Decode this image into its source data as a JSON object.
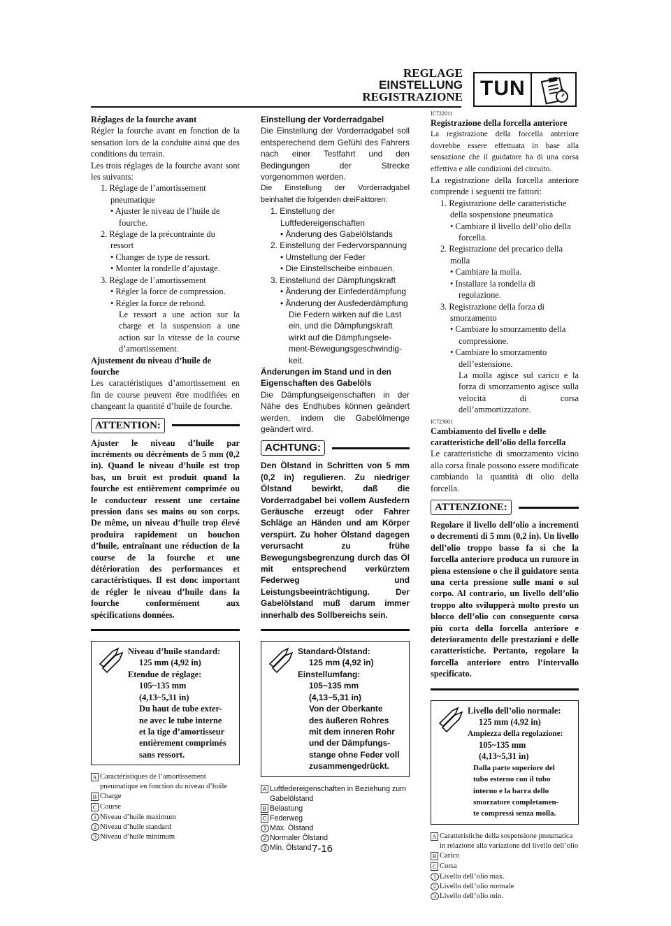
{
  "header": {
    "titles": [
      "REGLAGE",
      "EINSTELLUNG",
      "REGISTRAZIONE"
    ],
    "badge": "TUN"
  },
  "fr": {
    "title": "Réglages de la fourche avant",
    "intro": "Régler la fourche avant en fonction de la sensation lors de la conduite ainsi que des conditions du terrain.",
    "lead": "Les trois réglages de la fourche avant sont les suivants:",
    "i1": "1. Réglage de l’amortissement pneumatique",
    "i1b1": "• Ajuster le niveau de l’huile de fourche.",
    "i2": "2. Réglage de la précontrainte du ressort",
    "i2b1": "• Changer de type de ressort.",
    "i2b2": "• Monter la rondelle d’ajustage.",
    "i3": "3. Réglage de l’amortissement",
    "i3b1": "• Régler la force de compression.",
    "i3b2": "• Régler la force de rebond.",
    "i3note": "Le ressort a une action sur la charge et la suspension a une action sur la vitesse de la course d’amortissement.",
    "sub": "Ajustement du niveau d’huile de fourche",
    "subtext": "Les caractéristiques d’amortissement en fin de course peuvent être modifiées en changeant la quantité d’huile de fourche.",
    "warn_label": "ATTENTION:",
    "warn_text": "Ajuster le niveau d’huile par incréments ou décréments de 5 mm (0,2 in). Quand le niveau d’huile est trop bas, un bruit est produit quand la fourche est entièrement comprimée ou le conducteur ressent une certaine pression dans ses mains ou son corps. De même, un niveau d’huile trop élevé produira rapidement un bouchon d’huile, entraînant une réduction de la course de la fourche et une détérioration des performances et caractéristiques. Il est donc important de régler le niveau d’huile dans la fourche conformément aux spécifications données.",
    "spec": [
      "Niveau d’huile standard:",
      "125 mm (4,92 in)",
      "Etendue de réglage:",
      "105~135 mm",
      "(4,13~5,31 in)",
      "Du haut de tube exter-",
      "ne avec le tube interne",
      "et la tige d’amortisseur",
      "entièrement comprimés",
      "sans ressort."
    ],
    "legend": [
      "Caractéristiques de l’amortissement pneumatique en fonction du niveau d’huile",
      "Charge",
      "Course",
      "Niveau d’huile maximum",
      "Niveau d’huile standard",
      "Niveau d’huile minimum"
    ]
  },
  "de": {
    "title": "Einstellung der Vorderradgabel",
    "intro": "Die Einstellung der Vorderradgabel soll entsperechend dem Gefühl des Fahrers nach einer Testfahrt und den Bedingungen der Strecke vorgenommen werden.",
    "lead": "Die Einstellung der Vorderradgabel beinhaltet die folgenden dreiFaktoren:",
    "i1": "1. Einstellung der Luftfedereigenschaften",
    "i1b1": "• Änderung des Gabelölstands",
    "i2": "2. Einstellung der Federvorspannung",
    "i2b1": "• Umstellung der Feder",
    "i2b2": "• Die Einstellscheibe einbauen.",
    "i3": "3. Einstellund der Dämpfungskraft",
    "i3b1": "• Änderung der Einfederdämpfung",
    "i3b2": "• Änderung der Ausfederdämpfung",
    "i3note": "Die Federn wirken auf die Last ein, und die Dämpfungskraft wirkt auf die Dämpfungsele-ment-Bewegungsgeschwindig-keit.",
    "sub": "Änderungen im Stand und in den Eigenschaften des Gabelöls",
    "subtext": "Die Dämpfungseigenschaften in der Nähe des Endhubes können geändert werden, indem die Gabelölmenge geändert wird.",
    "warn_label": "ACHTUNG:",
    "warn_text": "Den Ölstand in Schritten von 5 mm (0,2 in) regulieren. Zu niedriger Ölstand bewirkt, daß die Vorderradgabel bei vollem Ausfedern Geräusche erzeugt oder Fahrer Schläge an Händen und am Körper verspürt. Zu hoher Ölstand dagegen verursacht zu frühe Bewegungsbegrenzung durch das Öl mit entsprechend verkürztem Federweg und Leistungsbeeinträchtigung. Der Gabelölstand muß darum immer innerhalb des Sollbereichs sein.",
    "spec": [
      "Standard-Ölstand:",
      "125 mm (4,92 in)",
      "Einstellumfang:",
      "105~135 mm",
      "(4,13~5,31 in)",
      "Von der Oberkante",
      "des äußeren Rohres",
      "mit dem inneren Rohr",
      "und der Dämpfungs-",
      "stange ohne Feder voll",
      "zusammengedrückt."
    ],
    "legend": [
      "Luftfedereigenschaften in Beziehung zum Gabelölstand",
      "Belastung",
      "Federweg",
      "Max. Ölstand",
      "Normaler Ölstand",
      "Min. Ölstand"
    ]
  },
  "it": {
    "code1": "IC722011",
    "title": "Registrazione della forcella anteriore",
    "intro": "La registrazione della forcella anteriore dovrebbe essere effettuata in base alla sensazione che il guidatore ha di una corsa effettiva e alle condizioni del circuito.",
    "lead": "La registrazione della forcella anteriore comprende i seguenti tre fattori:",
    "i1": "1. Registrazione delle caratteristiche della sospensione pneumatica",
    "i1b1": "• Cambiare il livello dell’olio della forcella.",
    "i2": "2. Registrazione del precarico della molla",
    "i2b1": "• Cambiare la molla.",
    "i2b2": "• Installare la rondella di regolazione.",
    "i3": "3. Registrazione della forza di smorzamento",
    "i3b1": "• Cambiare lo smorzamento della compressione.",
    "i3b2": "• Cambiare lo smorzamento dell’estensione.",
    "i3note": "La molla agisce sul carico e la forza di smorzamento agisce sulla velocità di corsa dell’ammortizzatore.",
    "code2": "IC723001",
    "sub": "Cambiamento del livello e delle caratteristiche dell’olio della forcella",
    "subtext": "Le caratteristiche di smorzamento vicino alla corsa finale possono essere modificate cambiando la quantità di olio della forcella.",
    "warn_label": "ATTENZIONE:",
    "warn_text": "Regolare il livello dell’olio a incrementi o decrementi di 5 mm (0,2 in). Un livello dell’olio troppo basso fa sì che la forcella anteriore produca un rumore in piena estensione o che il guidatore senta una certa pressione sulle mani o sul corpo. Al contrario, un livello dell’olio troppo alto svilupperà molto presto un blocco dell’olio con conseguente corsa più corta della forcella anteriore e deterioramento delle prestazioni e delle caratteristiche. Pertanto, regolare la forcella anteriore entro l’intervallo specificato.",
    "spec": [
      "Livello dell’olio normale:",
      "125 mm (4,92 in)",
      "Ampiezza della regolazione:",
      "105~135 mm",
      "(4,13~5,31 in)",
      "Dalla parte superiore del",
      "tubo esterno con il tubo",
      "interno e la barra dello",
      "smorzatore completamen-",
      "te compressi senza molla."
    ],
    "legend": [
      "Caratteristiche della sospensione pneumatica in relazione alla variazione del livello dell’olio",
      "Carico",
      "Corsa",
      "Livello dell’olio max.",
      "Livello dell’olio normale",
      "Livello dell’olio min."
    ]
  },
  "legend_keys": [
    "A",
    "B",
    "C",
    "1",
    "2",
    "3"
  ],
  "page_number": "7-16"
}
